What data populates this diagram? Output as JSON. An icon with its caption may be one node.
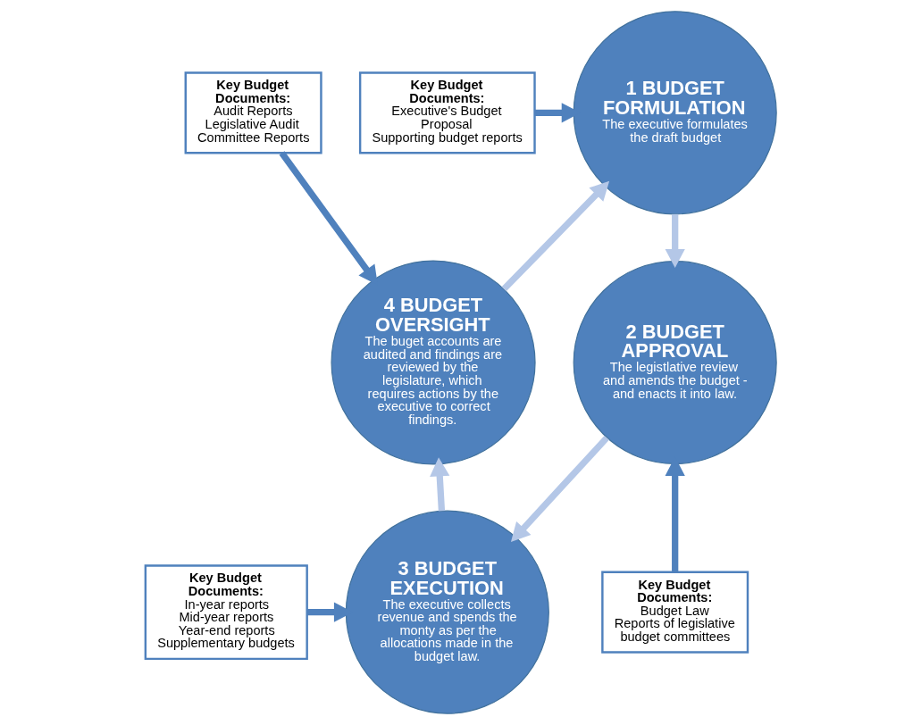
{
  "diagram": {
    "nodes": [
      {
        "text": [
          "Key Budget Documents:",
          "Audit Reports",
          "Legislative Audit Committee Reports"
        ]
      },
      {
        "text": [
          "1 BUDGET FORMULATION",
          "The executive formulates the draft budget"
        ]
      },
      {
        "text": [
          "Key Budget Documents:",
          "Executive's Budget Proposal",
          "Supporting budget reports"
        ]
      },
      {
        "text": [
          "4 BUDGET OVERSIGHT",
          "The buget accounts are audited and findings are reviewed by the legislature, which requires actions by the executive to correct findings."
        ]
      },
      {
        "text": [
          "2 BUDGET APPROVAL",
          "The legistlative review and amends the budget - and enacts it into law."
        ]
      },
      {
        "text": [
          "Key Budget Documents:",
          "In-year reports",
          "Mid-year reports",
          "Year-end reports",
          "Supplementary budgets"
        ]
      },
      {
        "text": [
          "3 BUDGET EXECUTION",
          "The executive collects revenue and spends the monty as per the allocations made in the budget law."
        ]
      },
      {
        "text": [
          "Key Budget Documents:",
          "Budget Law",
          "Reports of legislative budget committees"
        ]
      }
    ],
    "edges": [
      {
        "from": 1,
        "to": 4,
        "arrow": "to",
        "color": "#b4c7e7"
      },
      {
        "from": 4,
        "to": 6,
        "arrow": "to",
        "color": "#b4c7e7"
      },
      {
        "from": 6,
        "to": 3,
        "arrow": "to",
        "color": "#b4c7e7"
      },
      {
        "from": 3,
        "to": 1,
        "arrow": "to",
        "color": "#b4c7e7"
      },
      {
        "from": 2,
        "to": 1,
        "arrow": "to",
        "color": "#4f81bd"
      },
      {
        "from": 0,
        "to": 3,
        "arrow": "to",
        "color": "#4f81bd"
      },
      {
        "from": 5,
        "to": 6,
        "arrow": "to",
        "color": "#4f81bd"
      },
      {
        "from": 7,
        "to": 4,
        "arrow": "to",
        "color": "#4f81bd"
      }
    ]
  }
}
